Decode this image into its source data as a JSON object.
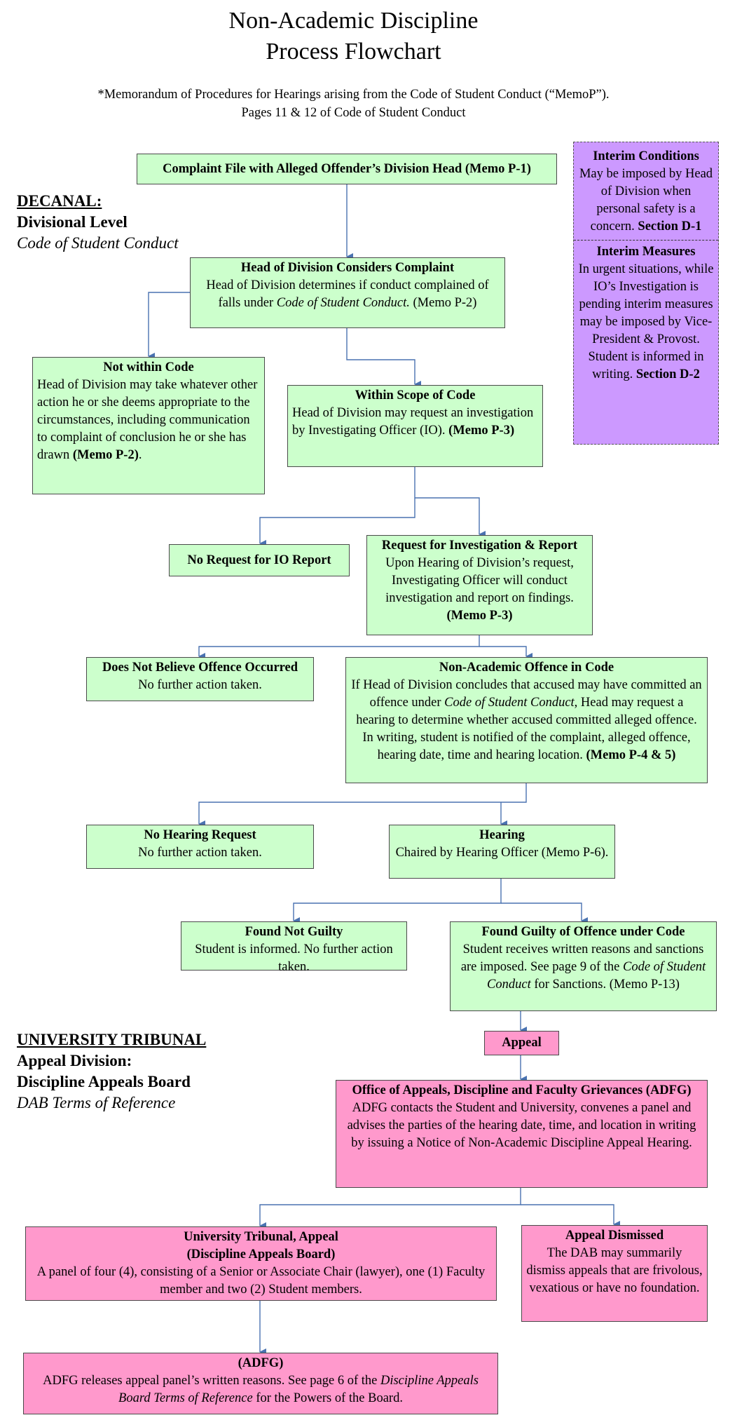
{
  "title_line1": "Non-Academic Discipline",
  "title_line2": "Process Flowchart",
  "subtitle_line1": "*Memorandum of Procedures for Hearings arising from the Code of Student Conduct (“MemoP”).",
  "subtitle_line2": "Pages 11 & 12 of Code of Student Conduct",
  "decanal": {
    "heading": "DECANAL:",
    "level": "Divisional Level",
    "ref": "Code of Student Conduct"
  },
  "tribunal": {
    "heading": "UNIVERSITY TRIBUNAL",
    "division": "Appeal Division:",
    "board": "Discipline Appeals Board",
    "ref": "DAB Terms of Reference"
  },
  "nodes": {
    "complaint": {
      "title": "Complaint File with Alleged Offender’s Division Head (Memo P-1)"
    },
    "considers": {
      "title": "Head of Division Considers Complaint",
      "body1": "Head of Division determines if conduct complained of falls under ",
      "body_ital": "Code of Student Conduct.",
      "body2": " (Memo P-2)"
    },
    "not_within": {
      "title": "Not within Code",
      "body": "Head of Division may take whatever other action he or she deems appropriate to the circumstances, including communication to complaint of conclusion he or she has drawn ",
      "bold": "(Memo P-2)",
      "tail": "."
    },
    "within": {
      "title": "Within Scope of Code",
      "body": "Head of Division may request an investigation by Investigating Officer (IO). ",
      "bold": "(Memo P-3)"
    },
    "no_request": {
      "title": "No Request for IO Report"
    },
    "request": {
      "title": "Request for Investigation & Report",
      "body": "Upon Hearing of Division’s request, Investigating Officer will conduct investigation and report on findings.",
      "bold": "(Memo P-3)"
    },
    "not_believe": {
      "title": "Does Not Believe Offence Occurred",
      "body": "No further action taken."
    },
    "offence": {
      "title": "Non-Academic Offence in Code",
      "body1": "If Head of Division concludes that accused may have committed an offence under ",
      "body_ital": "Code of Student Conduct",
      "body2": ", Head may request a hearing to determine whether accused committed alleged offence. In writing, student is notified of the complaint, alleged offence, hearing date, time and hearing location. ",
      "bold": "(Memo P-4 & 5)"
    },
    "no_hearing": {
      "title": "No Hearing Request",
      "body": "No further action taken."
    },
    "hearing": {
      "title": "Hearing",
      "body": "Chaired by Hearing Officer (Memo P-6)."
    },
    "not_guilty": {
      "title": "Found Not Guilty",
      "body": "Student is informed. No further action taken."
    },
    "guilty": {
      "title": "Found Guilty of Offence under Code",
      "body1": "Student receives written reasons and sanctions are imposed. See page 9 of the ",
      "body_ital": "Code of Student Conduct",
      "body2": " for Sanctions. (Memo P-13)"
    },
    "appeal": {
      "title": "Appeal"
    },
    "office": {
      "title": "Office of Appeals, Discipline and Faculty Grievances (ADFG)",
      "body": "ADFG contacts the Student and University, convenes a panel and advises the parties of the hearing date, time, and location in writing by issuing a Notice of Non-Academic Discipline Appeal Hearing."
    },
    "tribunal_appeal": {
      "title1": "University Tribunal, Appeal",
      "title2": "(Discipline Appeals Board)",
      "body": "A panel of four (4), consisting of a Senior or Associate Chair (lawyer), one (1) Faculty member and two (2) Student members."
    },
    "dismissed": {
      "title": "Appeal Dismissed",
      "body": "The DAB may summarily dismiss appeals that are frivolous, vexatious or have no foundation."
    },
    "adfg": {
      "title": "(ADFG)",
      "body1": "ADFG releases appeal panel’s written reasons. See page 6 of the ",
      "body_ital": "Discipline Appeals Board Terms of Reference",
      "body2": " for the Powers of the Board."
    },
    "interim": {
      "title1": "Interim Conditions",
      "body1": "May be imposed by Head of Division when personal safety is a concern. ",
      "bold1": "Section D-1",
      "title2": "Interim Measures",
      "body2": "In urgent situations, while IO’s Investigation is pending interim measures may be imposed by Vice-President & Provost. Student is informed in writing. ",
      "bold2": "Section D-2"
    }
  },
  "colors": {
    "decanal_fill": "#ccffcc",
    "tribunal_fill": "#ff99cc",
    "interim_fill": "#cc99ff",
    "connector": "#4a72b0"
  }
}
